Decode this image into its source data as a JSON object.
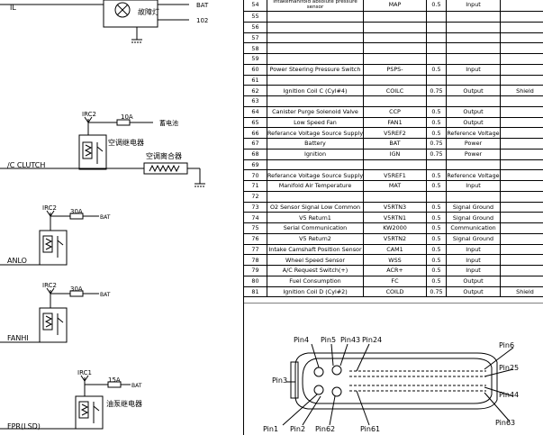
{
  "schematic": {
    "top_wire_label": "IL",
    "fault_lamp_label": "故障灯",
    "top_bat_label": "BAT",
    "top_pin_label": "102",
    "ac": {
      "relay_code": "IRC2",
      "fuse": "10A",
      "supply": "蓄电池",
      "relay_label": "空调继电器",
      "clutch_label": "空调离合器",
      "wire_label": "/C CLUTCH"
    },
    "fan_lo": {
      "relay_code": "IRC2",
      "fuse": "30A",
      "bat": "BAT",
      "wire_label": "ANLO"
    },
    "fan_hi": {
      "relay_code": "IRC2",
      "fuse": "30A",
      "bat": "BAT",
      "wire_label": "FANHI"
    },
    "pump": {
      "relay_code": "IRC1",
      "fuse": "15A",
      "bat": "BAT",
      "relay_label": "油泵继电器",
      "wire_label": "FPR(LSD)"
    }
  },
  "pin_table": {
    "rows": [
      {
        "pin": "54",
        "name": "Intakemanifold absolute pressure sensor",
        "signal": "MAP",
        "size": "0.5",
        "type": "Input",
        "note": ""
      },
      {
        "pin": "55",
        "name": "",
        "signal": "",
        "size": "",
        "type": "",
        "note": ""
      },
      {
        "pin": "56",
        "name": "",
        "signal": "",
        "size": "",
        "type": "",
        "note": ""
      },
      {
        "pin": "57",
        "name": "",
        "signal": "",
        "size": "",
        "type": "",
        "note": ""
      },
      {
        "pin": "58",
        "name": "",
        "signal": "",
        "size": "",
        "type": "",
        "note": ""
      },
      {
        "pin": "59",
        "name": "",
        "signal": "",
        "size": "",
        "type": "",
        "note": ""
      },
      {
        "pin": "60",
        "name": "Power Steering Pressure Switch",
        "signal": "PSPS-",
        "size": "0.5",
        "type": "Input",
        "note": ""
      },
      {
        "pin": "61",
        "name": "",
        "signal": "",
        "size": "",
        "type": "",
        "note": ""
      },
      {
        "pin": "62",
        "name": "Ignition Coil C (Cyl#4)",
        "signal": "COILC",
        "size": "0.75",
        "type": "Output",
        "note": "Shield"
      },
      {
        "pin": "63",
        "name": "",
        "signal": "",
        "size": "",
        "type": "",
        "note": ""
      },
      {
        "pin": "64",
        "name": "Canister Purge Solenoid Valve",
        "signal": "CCP",
        "size": "0.5",
        "type": "Output",
        "note": ""
      },
      {
        "pin": "65",
        "name": "Low Speed Fan",
        "signal": "FAN1",
        "size": "0.5",
        "type": "Output",
        "note": ""
      },
      {
        "pin": "66",
        "name": "Referance Voltage Source Supply2",
        "signal": "V5REF2",
        "size": "0.5",
        "type": "Reference Voltage",
        "note": ""
      },
      {
        "pin": "67",
        "name": "Battery",
        "signal": "BAT",
        "size": "0.75",
        "type": "Power",
        "note": ""
      },
      {
        "pin": "68",
        "name": "Ignition",
        "signal": "IGN",
        "size": "0.75",
        "type": "Power",
        "note": ""
      },
      {
        "pin": "69",
        "name": "",
        "signal": "",
        "size": "",
        "type": "",
        "note": ""
      },
      {
        "pin": "70",
        "name": "Referance Voltage Source Supply1",
        "signal": "V5REF1",
        "size": "0.5",
        "type": "Reference Voltage",
        "note": ""
      },
      {
        "pin": "71",
        "name": "Manifold Air Temperature",
        "signal": "MAT",
        "size": "0.5",
        "type": "Input",
        "note": ""
      },
      {
        "pin": "72",
        "name": "",
        "signal": "",
        "size": "",
        "type": "",
        "note": ""
      },
      {
        "pin": "73",
        "name": "O2 Sensor Signal Low Common",
        "signal": "V5RTN3",
        "size": "0.5",
        "type": "Signal Ground",
        "note": ""
      },
      {
        "pin": "74",
        "name": "V5 Return1",
        "signal": "V5RTN1",
        "size": "0.5",
        "type": "Signal Ground",
        "note": ""
      },
      {
        "pin": "75",
        "name": "Serial Communication",
        "signal": "KW2000",
        "size": "0.5",
        "type": "Communication",
        "note": ""
      },
      {
        "pin": "76",
        "name": "V5 Return2",
        "signal": "V5RTN2",
        "size": "0.5",
        "type": "Signal Ground",
        "note": ""
      },
      {
        "pin": "77",
        "name": "Intake Camshaft Position Sensor",
        "signal": "CAM1",
        "size": "0.5",
        "type": "Input",
        "note": ""
      },
      {
        "pin": "78",
        "name": "Wheel Speed Sensor",
        "signal": "WSS",
        "size": "0.5",
        "type": "Input",
        "note": ""
      },
      {
        "pin": "79",
        "name": "A/C Request Switch(+)",
        "signal": "ACR+",
        "size": "0.5",
        "type": "Input",
        "note": ""
      },
      {
        "pin": "80",
        "name": "Fuel Consumption",
        "signal": "FC",
        "size": "0.5",
        "type": "Output",
        "note": ""
      },
      {
        "pin": "81",
        "name": "Ignition Coil D (Cyl#2)",
        "signal": "COILD",
        "size": "0.75",
        "type": "Output",
        "note": "Shield"
      }
    ]
  },
  "connector": {
    "pins": {
      "pin4": "Pin4",
      "pin5": "Pin5",
      "pin43": "Pin43",
      "pin24": "Pin24",
      "pin6": "Pin6",
      "pin25": "Pin25",
      "pin3": "Pin3",
      "pin44": "Pin44",
      "pin1": "Pin1",
      "pin2": "Pin2",
      "pin62": "Pin62",
      "pin61": "Pin61",
      "pin63": "Pin63"
    }
  }
}
